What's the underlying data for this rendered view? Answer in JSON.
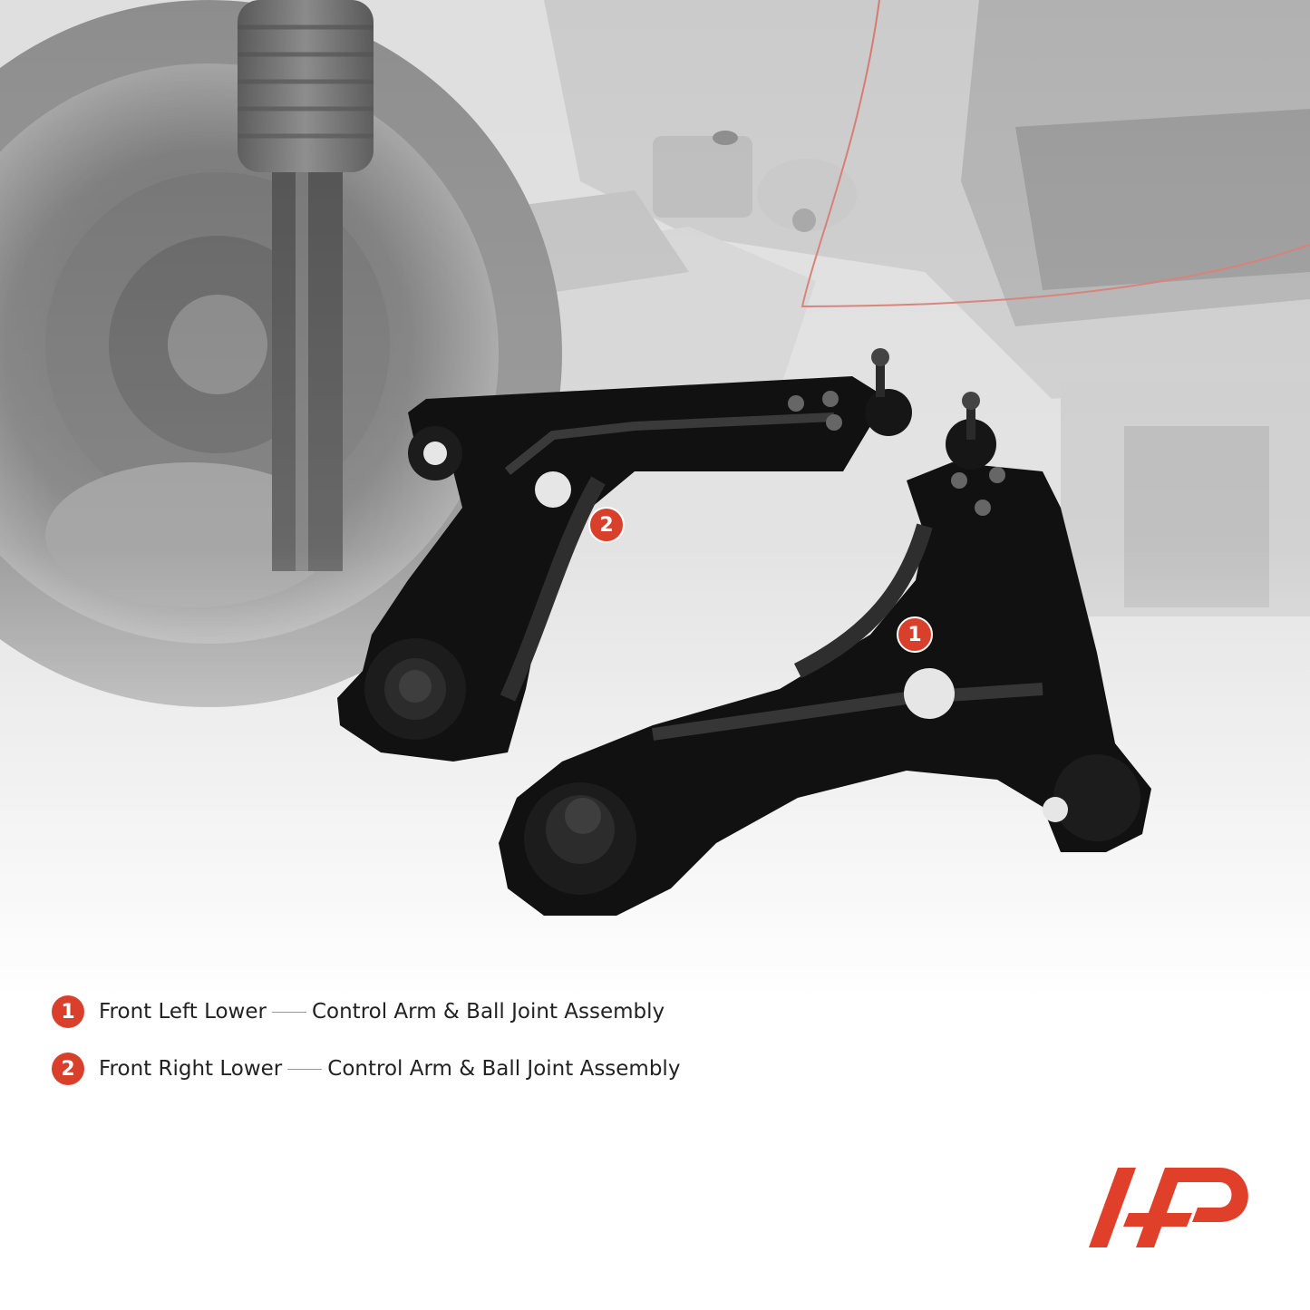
{
  "legend": [
    {
      "number": "1",
      "side": "Front Left Lower",
      "description": "Control Arm & Ball Joint Assembly"
    },
    {
      "number": "2",
      "side": "Front Right Lower",
      "description": "Control Arm & Ball Joint Assembly"
    }
  ],
  "callouts": {
    "left_arm": "1",
    "right_arm": "2"
  },
  "colors": {
    "accent": "#d8402b",
    "arm": "#111111",
    "background_gray": "#c8c8c8"
  },
  "icons": [
    "brand-logo-icon"
  ]
}
